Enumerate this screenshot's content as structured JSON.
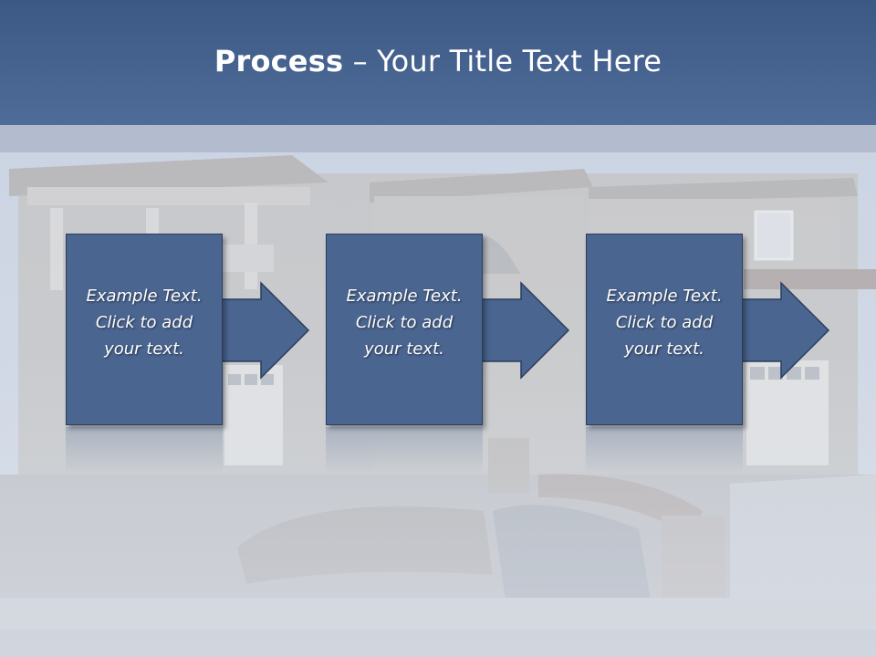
{
  "slide": {
    "title_bold": "Process",
    "title_rest": " – Your Title Text Here"
  },
  "steps": [
    {
      "text": "Example Text.\nClick  to add\nyour text."
    },
    {
      "text": "Example Text.\nClick  to add\nyour text."
    },
    {
      "text": "Example Text.\nClick  to add\nyour text."
    }
  ],
  "colors": {
    "header": "#4a6590",
    "box": "#4a6590",
    "box_border": "#2b3d5c",
    "text": "#ffffff"
  }
}
